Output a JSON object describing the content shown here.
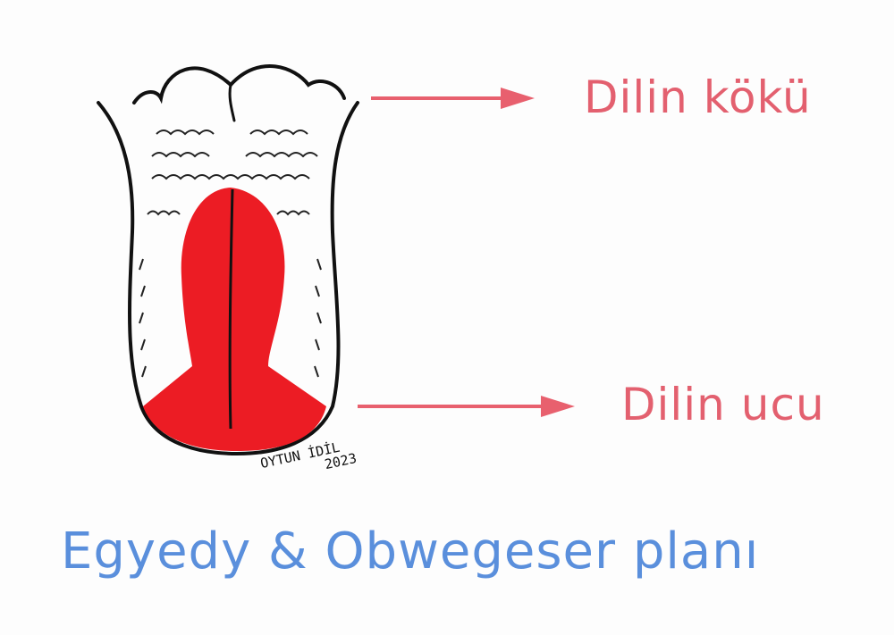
{
  "labels": {
    "root": "Dilin kökü",
    "tip": "Dilin ucu"
  },
  "title": "Egyedy & Obwegeser planı",
  "signature": {
    "name": "OYTUN İDİL",
    "year": "2023"
  },
  "colors": {
    "label": "#e3606f",
    "title": "#5a8fdc",
    "arrow": "#e8606e",
    "region": "#ec1c24",
    "outline": "#111111"
  }
}
